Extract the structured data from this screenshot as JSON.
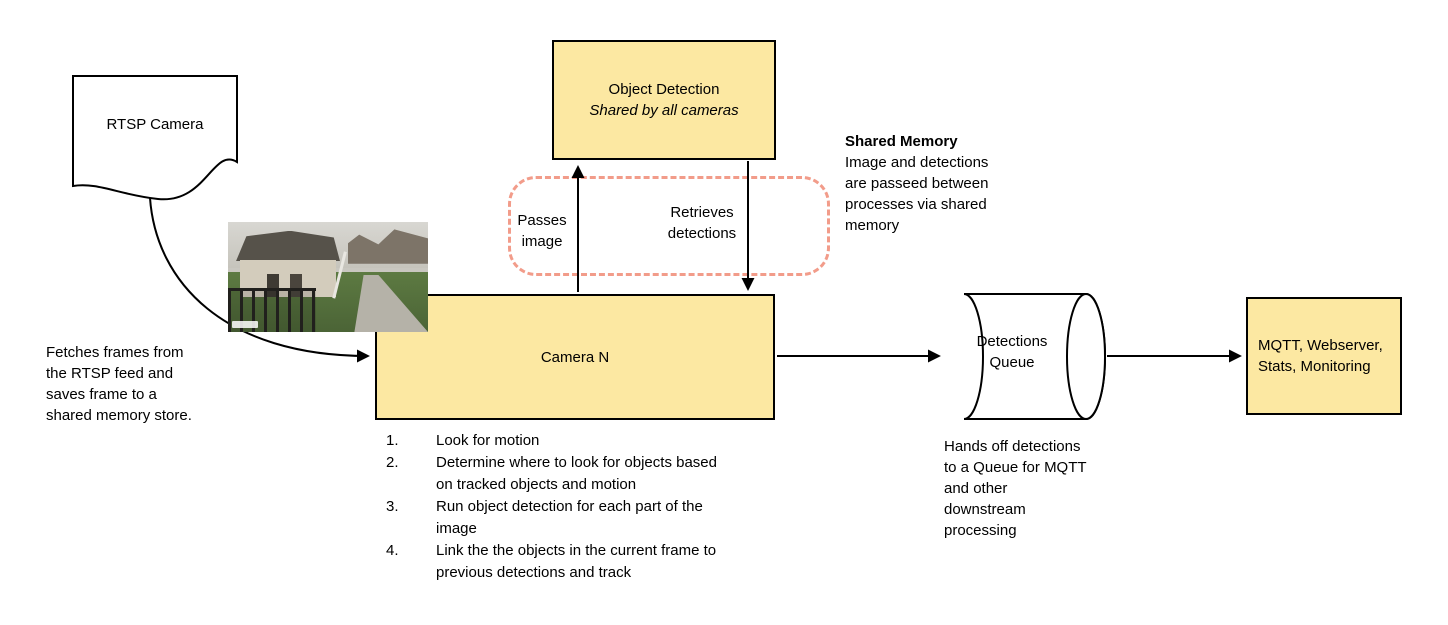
{
  "colors": {
    "box_fill": "#FCE8A2",
    "box_border": "#000000",
    "dashed_region_border": "#F29C8A",
    "connector": "#000000"
  },
  "nodes": {
    "rtsp_camera": {
      "label": "RTSP Camera"
    },
    "object_detection": {
      "title": "Object Detection",
      "subtitle": "Shared by all cameras"
    },
    "camera_n": {
      "label": "Camera N"
    },
    "detections_queue": {
      "label": "Detections Queue"
    },
    "outputs": {
      "label": "MQTT, Webserver, Stats, Monitoring"
    }
  },
  "edges": {
    "passes_image": "Passes image",
    "retrieves_detections": "Retrieves detections"
  },
  "notes": {
    "shared_memory": {
      "title": "Shared Memory",
      "body": "Image and detections are passeed between processes via shared memory"
    },
    "fetch_frames": "Fetches frames from the RTSP feed and saves frame to a shared memory store.",
    "queue_handoff": "Hands off detections to a Queue for MQTT and other downstream processing"
  },
  "camera_steps": [
    {
      "num": "1.",
      "text": "Look for motion"
    },
    {
      "num": "2.",
      "text": "Determine where to look for objects based on tracked objects and motion"
    },
    {
      "num": "3.",
      "text": "Run object detection for each part of the image"
    },
    {
      "num": "4.",
      "text": "Link the the objects in the current frame to previous detections and track"
    }
  ]
}
